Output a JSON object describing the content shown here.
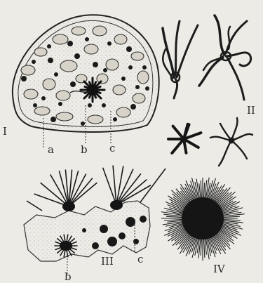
{
  "figure": {
    "panels": [
      {
        "id": "panel-1",
        "numeral": "I"
      },
      {
        "id": "panel-2",
        "numeral": "II"
      },
      {
        "id": "panel-3",
        "numeral": "III"
      },
      {
        "id": "panel-4",
        "numeral": "IV"
      }
    ],
    "letters": {
      "a": "a",
      "b": "b",
      "c": "c",
      "b2": "b",
      "c2": "c"
    }
  }
}
